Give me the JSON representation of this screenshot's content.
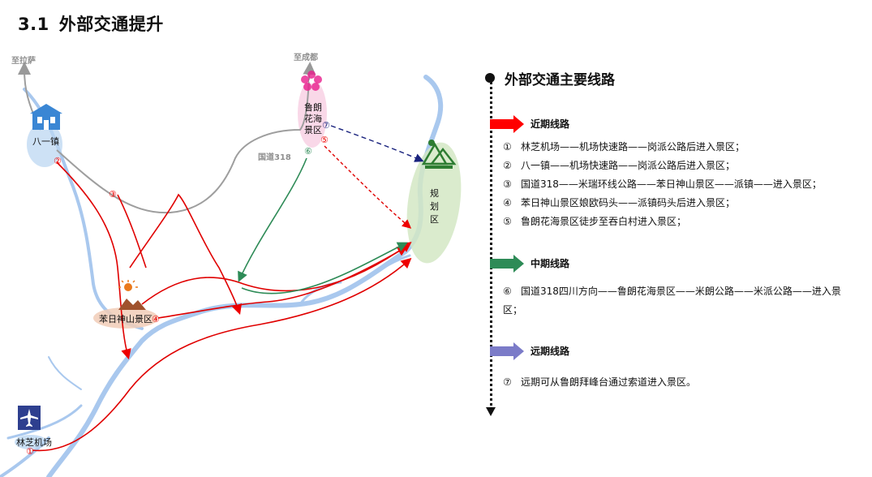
{
  "title": {
    "number": "3.1",
    "text": "外部交通提升"
  },
  "map": {
    "to_lhasa": "至拉萨",
    "to_chengdu": "至成都",
    "bayi_town": "八一镇",
    "lulang_l1": "鲁朗",
    "lulang_l2": "花海",
    "lulang_l3": "景区",
    "planning_l1": "规",
    "planning_l2": "划",
    "planning_l3": "区",
    "benri": "苯日神山景区",
    "airport": "林芝机场",
    "g318": "国道318",
    "markers": [
      "①",
      "②",
      "③",
      "④",
      "⑤",
      "⑥",
      "⑦"
    ]
  },
  "panel": {
    "heading": "外部交通主要线路",
    "phases": [
      {
        "label": "近期线路",
        "color": "#ff0000"
      },
      {
        "label": "中期线路",
        "color": "#2e8b57"
      },
      {
        "label": "远期线路",
        "color": "#7b7bc8"
      }
    ],
    "near_routes": [
      {
        "num": "①",
        "text": "林芝机场——机场快速路——岗派公路后进入景区；"
      },
      {
        "num": "②",
        "text": "八一镇——机场快速路——岗派公路后进入景区；"
      },
      {
        "num": "③",
        "text": "国道318——米瑞环线公路——苯日神山景区——派镇——进入景区；"
      },
      {
        "num": "④",
        "text": "苯日神山景区娘欧码头——派镇码头后进入景区；"
      },
      {
        "num": "⑤",
        "text": "鲁朗花海景区徒步至吞白村进入景区；"
      }
    ],
    "mid_routes": [
      {
        "num": "⑥",
        "text": "国道318四川方向——鲁朗花海景区——米朗公路——米派公路——进入景区；"
      }
    ],
    "far_routes": [
      {
        "num": "⑦",
        "text": "远期可从鲁朗拜峰台通过索道进入景区。"
      }
    ]
  }
}
